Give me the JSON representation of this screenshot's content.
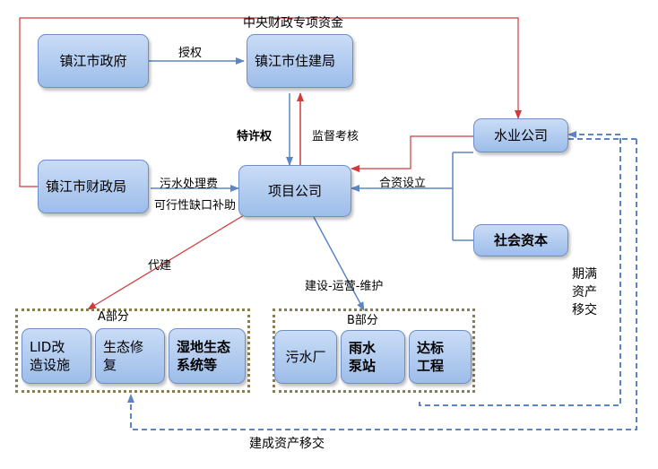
{
  "colors": {
    "box_fill": "#b4cdf0",
    "box_border": "#6f8fc4",
    "red_line": "#d13b3b",
    "blue_line": "#5b85c4",
    "group_border": "#8b7d52"
  },
  "nodes": {
    "gov": "镇江市政府",
    "housing": "镇江市住建局",
    "finance": "镇江市财政局",
    "project": "项目公司",
    "water": "水业公司",
    "social": "社会资本",
    "lid": "LID改造设施",
    "eco": "生态修复",
    "wetland": "湿地生态系统等",
    "sewage": "污水厂",
    "pump": "雨水泵站",
    "standard": "达标工程"
  },
  "labels": {
    "central_funds": "中央财政专项资金",
    "authorize": "授权",
    "concession": "特许权",
    "supervision": "监督考核",
    "sewage_fee": "污水处理费",
    "gap_subsidy": "可行性缺口补助",
    "jv": "合资设立",
    "agent_build": "代建",
    "bom": "建设-运营-维护",
    "part_a": "A部分",
    "part_b": "B部分",
    "maturity_transfer": "期满资产移交",
    "completed_transfer": "建成资产移交"
  }
}
